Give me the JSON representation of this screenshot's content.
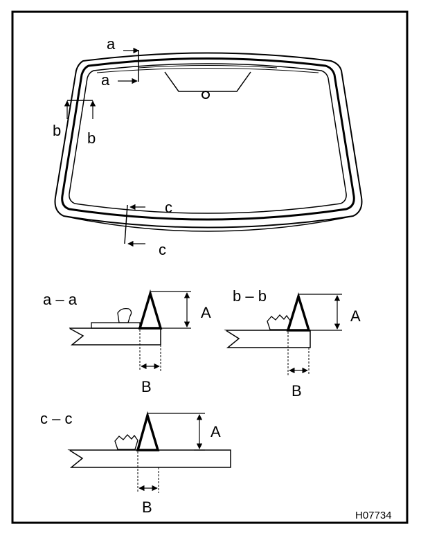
{
  "windshield": {
    "section_markers": {
      "a": [
        "a",
        "a"
      ],
      "b": [
        "b",
        "b"
      ],
      "c": [
        "c",
        "c"
      ]
    }
  },
  "sections": [
    {
      "id": "a-a",
      "title": "a – a",
      "height_label": "A",
      "width_label": "B"
    },
    {
      "id": "b-b",
      "title": "b – b",
      "height_label": "A",
      "width_label": "B"
    },
    {
      "id": "c-c",
      "title": "c – c",
      "height_label": "A",
      "width_label": "B"
    }
  ],
  "figure_code": "H07734"
}
